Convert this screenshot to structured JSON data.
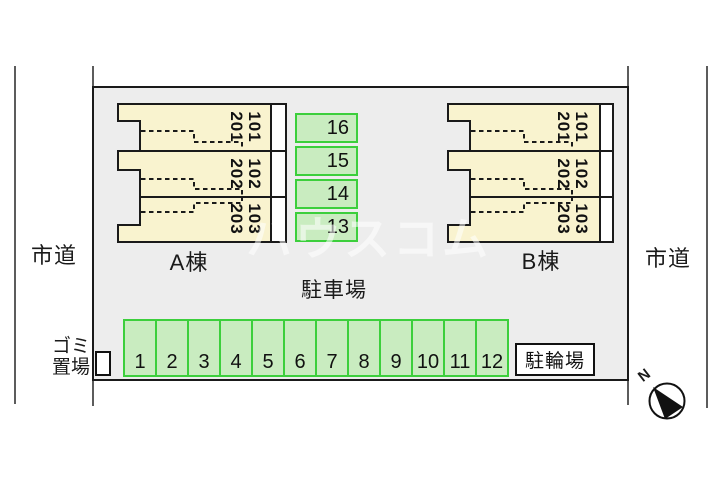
{
  "roads": {
    "left_label": "市道",
    "right_label": "市道"
  },
  "site": {
    "parking_lot_label": "駐車場",
    "bicycle_parking_label": "駐輪場",
    "garbage_line1": "ゴミ",
    "garbage_line2": "置場",
    "north_label": "N"
  },
  "buildings": [
    {
      "name": "A棟",
      "units": [
        {
          "upper": "201",
          "lower": "101"
        },
        {
          "upper": "202",
          "lower": "102"
        },
        {
          "upper": "203",
          "lower": "103"
        }
      ]
    },
    {
      "name": "B棟",
      "units": [
        {
          "upper": "201",
          "lower": "101"
        },
        {
          "upper": "202",
          "lower": "102"
        },
        {
          "upper": "203",
          "lower": "103"
        }
      ]
    }
  ],
  "parking": {
    "row_spaces": [
      "1",
      "2",
      "3",
      "4",
      "5",
      "6",
      "7",
      "8",
      "9",
      "10",
      "11",
      "12"
    ],
    "column_spaces": [
      "16",
      "15",
      "14",
      "13"
    ]
  },
  "watermark": "ハウスコム",
  "colors": {
    "building_fill": "#f9f3cf",
    "parking_fill": "#c9ecc0",
    "parking_border": "#3ccf3c",
    "site_fill": "#ededed",
    "line": "#1a1a1a"
  }
}
